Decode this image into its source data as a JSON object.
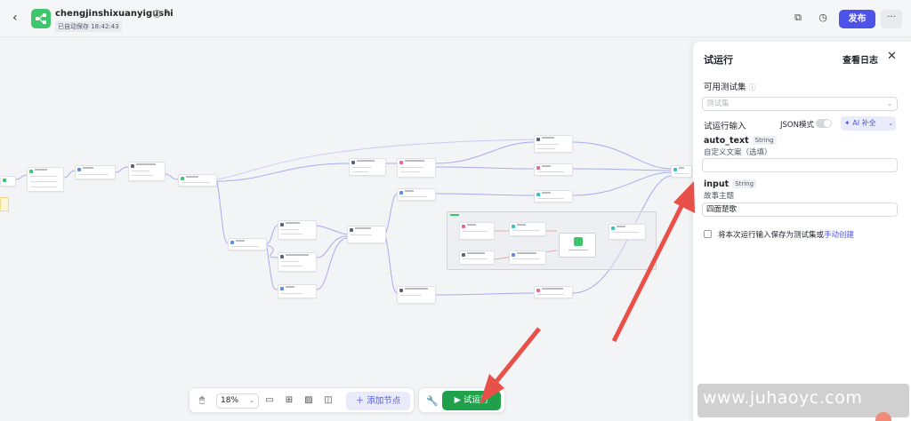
{
  "header": {
    "app_name": "chengjinshixuanyigushi",
    "saved_status": "已自动保存 18:42:43",
    "publish_label": "发布",
    "more_label": "···"
  },
  "toolbar": {
    "zoom_value": "18%",
    "add_node_label": "添加节点",
    "run_label": "试运行"
  },
  "panel": {
    "title": "试运行",
    "view_log_label": "查看日志",
    "testset_label": "可用测试集",
    "testset_placeholder": "测试集",
    "run_input_label": "试运行输入",
    "json_mode_label": "JSON模式",
    "ai_fill_label": "AI 补全",
    "fields": [
      {
        "name": "auto_text",
        "type": "String",
        "description": "自定义文案（选填）",
        "value": ""
      },
      {
        "name": "input",
        "type": "String",
        "description": "故事主题",
        "value": "四面楚歌"
      }
    ],
    "save_text": "将本次运行输入保存为测试集或",
    "manual_create_link": "手动创建"
  },
  "watermark": "www.juhaoyc.com",
  "colors": {
    "brand": "#4d53e8",
    "run": "#20a04b",
    "app_logo": "#3ec66d",
    "arrow": "#e8504a"
  },
  "icons": {
    "back": "chevron-left-icon",
    "info": "info-icon",
    "edit": "edit-icon",
    "copy": "copy-icon",
    "history": "history-icon",
    "mouse": "mouse-icon",
    "comment": "comment-icon",
    "layout": "grid-icon",
    "image": "image-icon",
    "minimap": "minimap-icon",
    "wrench": "wrench-icon",
    "play": "play-icon",
    "close": "close-icon"
  }
}
